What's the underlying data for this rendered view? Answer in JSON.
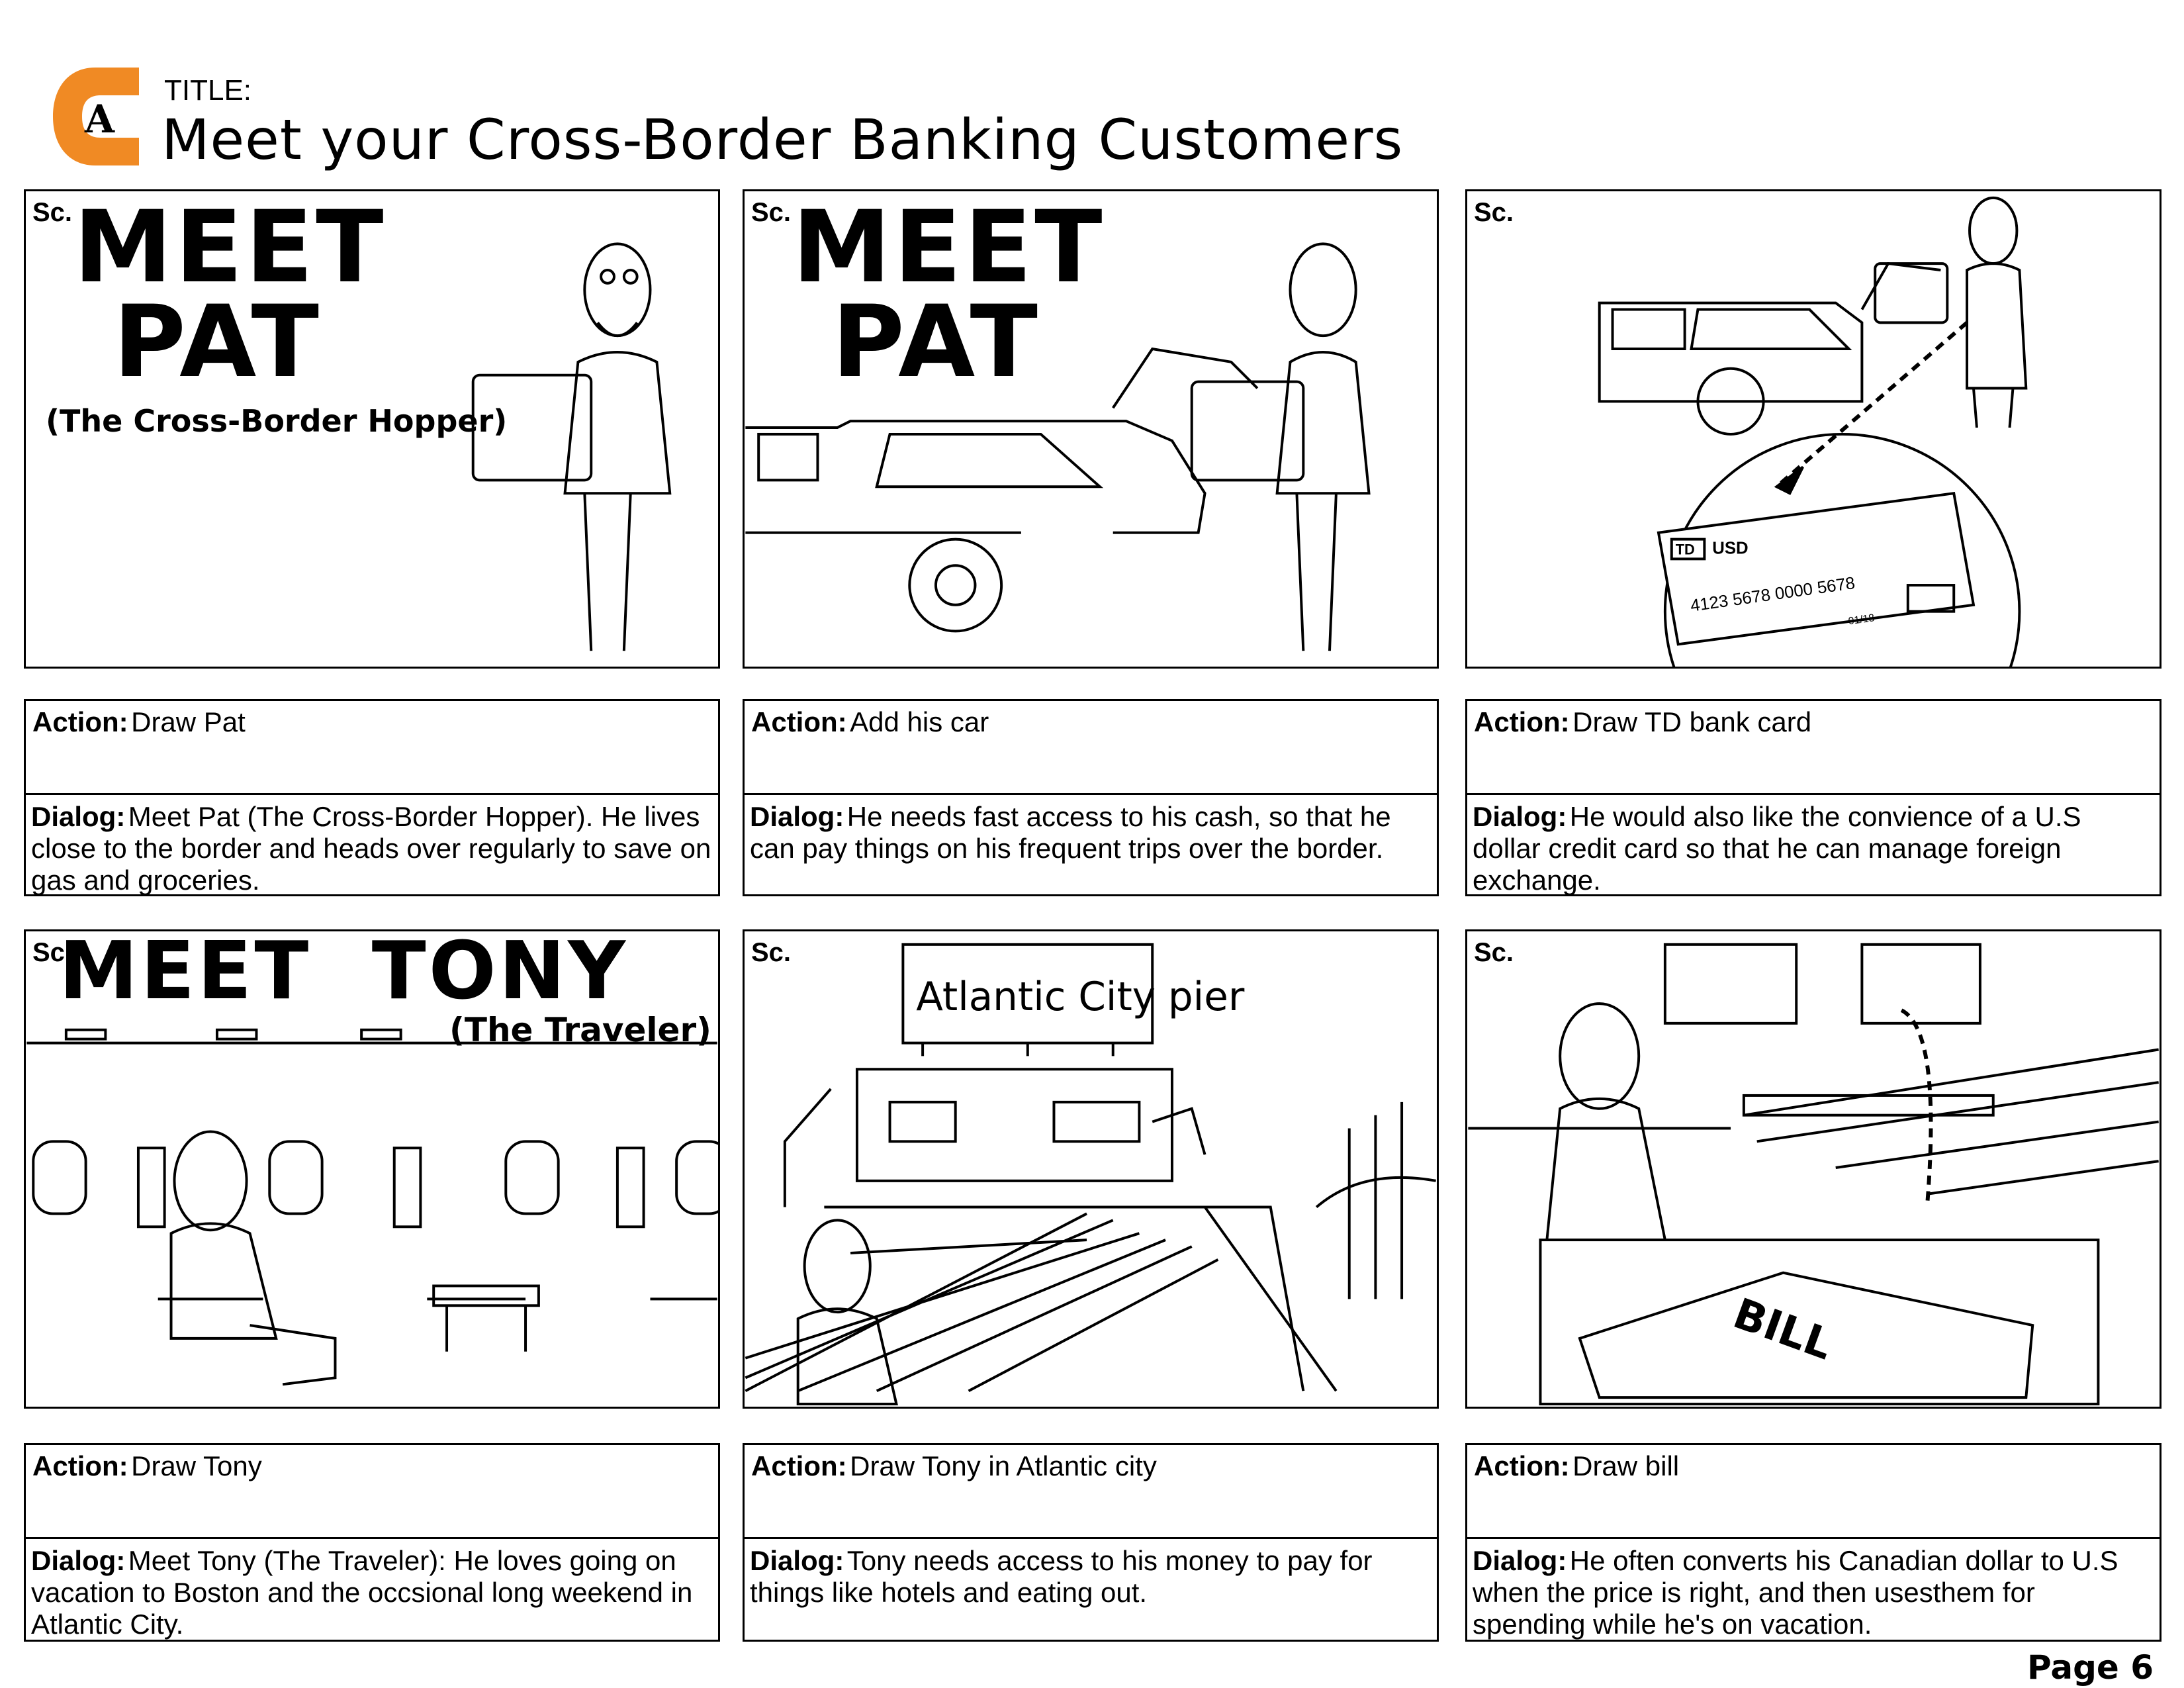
{
  "header": {
    "logo_letter": "A",
    "title_label": "TITLE:",
    "title": "Meet your Cross-Border Banking Customers",
    "brand_color": "#F08A24"
  },
  "page": {
    "number": "Page 6"
  },
  "scenes": [
    {
      "sc": "Sc.",
      "headline_line1": "MEET",
      "headline_line2": "PAT",
      "subtitle": "(The Cross-Border Hopper)",
      "action_label": "Action:",
      "action": "Draw Pat",
      "dialog_label": "Dialog:",
      "dialog": "Meet Pat (The Cross-Border Hopper). He lives close to the border and heads over regularly to save on gas and groceries."
    },
    {
      "sc": "Sc.",
      "headline_line1": "MEET",
      "headline_line2": "PAT",
      "action_label": "Action:",
      "action": "Add his car",
      "dialog_label": "Dialog:",
      "dialog": "He needs fast access to his cash, so that he can pay things on his frequent trips over the border."
    },
    {
      "sc": "Sc.",
      "card": {
        "bank": "TD",
        "currency": "USD",
        "number": "4123  5678  0000  5678",
        "expiry": "01/18"
      },
      "action_label": "Action:",
      "action": "Draw TD bank card",
      "dialog_label": "Dialog:",
      "dialog": "He would also like the convience of a U.S dollar credit card so that he can manage foreign exchange."
    },
    {
      "sc": "Sc.",
      "headline_line1": "MEET  TONY",
      "subtitle": "(The Traveler)",
      "action_label": "Action:",
      "action": "Draw Tony",
      "dialog_label": "Dialog:",
      "dialog": "Meet Tony (The Traveler): He loves going on vacation to Boston and the occsional long weekend in Atlantic City."
    },
    {
      "sc": "Sc.",
      "sign": "Atlantic City pier",
      "action_label": "Action:",
      "action": "Draw Tony in  Atlantic city",
      "dialog_label": "Dialog:",
      "dialog": "Tony needs access to his money to pay for things like hotels and eating out."
    },
    {
      "sc": "Sc.",
      "bill_text": "BILL",
      "action_label": "Action:",
      "action": "Draw bill",
      "dialog_label": "Dialog:",
      "dialog": "He often converts his Canadian dollar to U.S when the price is right, and then usesthem for spending while he's on vacation."
    }
  ]
}
